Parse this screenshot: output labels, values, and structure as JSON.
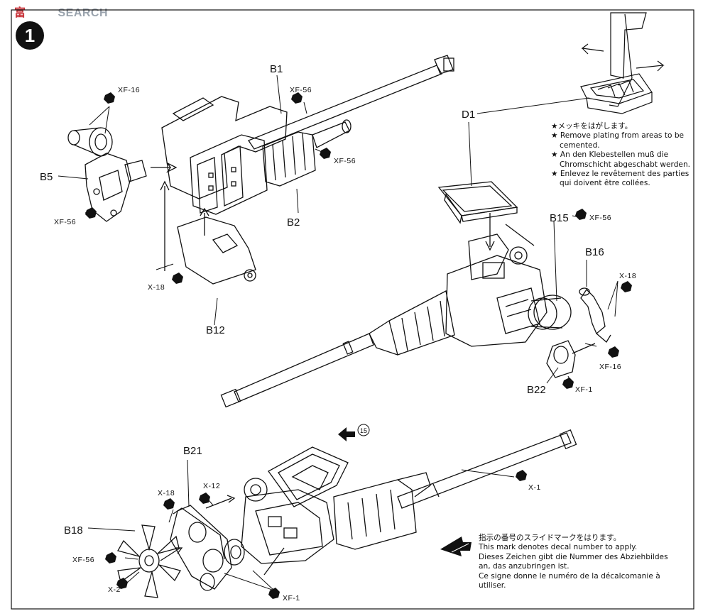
{
  "watermark": {
    "brand": "富",
    "suffix": "SEARCH",
    "icon": "watermark-logo-icon"
  },
  "step": {
    "number": "1"
  },
  "labels": {
    "b1": "B1",
    "b2": "B2",
    "b5": "B5",
    "b12": "B12",
    "d1": "D1",
    "b15": "B15",
    "b16": "B16",
    "b22": "B22",
    "b21": "B21",
    "b18": "B18",
    "slide_ref": "15"
  },
  "paints": {
    "xf16_top": "XF-16",
    "xf56_top": "XF-56",
    "xf56_right": "XF-56",
    "xf56_left": "XF-56",
    "x18_b12": "X-18",
    "xf56_b15": "XF-56",
    "x18_b16": "X-18",
    "xf16_b16": "XF-16",
    "xf1_b22": "XF-1",
    "x1_shaft": "X-1",
    "x18_b21": "X-18",
    "x12_b21": "X-12",
    "xf56_b18": "XF-56",
    "x2_b18": "X-2",
    "xf1_bottom": "XF-1"
  },
  "plating_note": {
    "jp": "★メッキをはがします。",
    "en1": "★ Remove plating from areas to be",
    "en2": "cemented.",
    "de1": "★ An den Klebestellen muß die",
    "de2": "Chromschicht abgeschabt werden.",
    "fr1": "★ Enlevez le revêtement des parties",
    "fr2": "qui doivent être collées."
  },
  "decal_note": {
    "jp": "指示の番号のスライドマークをはります。",
    "en": "This mark denotes decal number to apply.",
    "de1": "Dieses Zeichen gibt die Nummer des Abziehbildes",
    "de2": "an, das anzubringen ist.",
    "fr1": "Ce signe donne le numéro de la décalcomanie à",
    "fr2": "utiliser."
  },
  "colors": {
    "ink": "#111111",
    "shade": "#555555",
    "watermark_red": "#c8343a",
    "watermark_gray": "#9aa3ad"
  }
}
